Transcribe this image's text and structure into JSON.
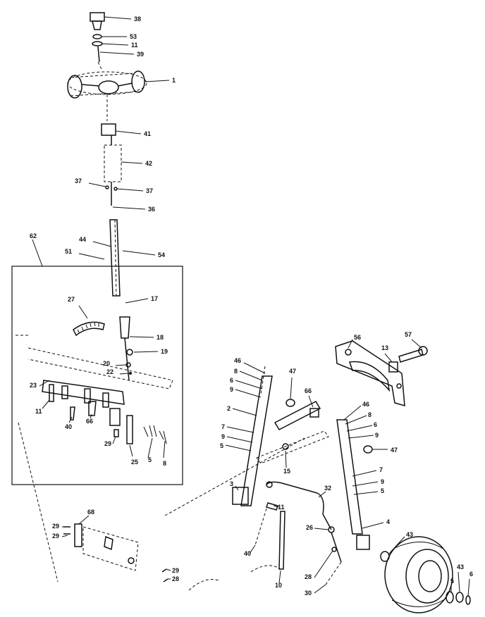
{
  "diagram": {
    "callouts": [
      {
        "id": "c38",
        "text": "38"
      },
      {
        "id": "c53",
        "text": "53"
      },
      {
        "id": "c11a",
        "text": "11"
      },
      {
        "id": "c39",
        "text": "39"
      },
      {
        "id": "c1",
        "text": "1"
      },
      {
        "id": "c41",
        "text": "41"
      },
      {
        "id": "c42",
        "text": "42"
      },
      {
        "id": "c37a",
        "text": "37"
      },
      {
        "id": "c37b",
        "text": "37"
      },
      {
        "id": "c36",
        "text": "36"
      },
      {
        "id": "c62",
        "text": "62"
      },
      {
        "id": "c44",
        "text": "44"
      },
      {
        "id": "c51",
        "text": "51"
      },
      {
        "id": "c54",
        "text": "54"
      },
      {
        "id": "c27",
        "text": "27"
      },
      {
        "id": "c17",
        "text": "17"
      },
      {
        "id": "c18",
        "text": "18"
      },
      {
        "id": "c19",
        "text": "19"
      },
      {
        "id": "c20",
        "text": "20"
      },
      {
        "id": "c22",
        "text": "22"
      },
      {
        "id": "c23",
        "text": "23"
      },
      {
        "id": "c11b",
        "text": "11"
      },
      {
        "id": "c40a",
        "text": "40"
      },
      {
        "id": "c66a",
        "text": "66"
      },
      {
        "id": "c29a",
        "text": "29"
      },
      {
        "id": "c25a",
        "text": "25"
      },
      {
        "id": "c5a",
        "text": "5"
      },
      {
        "id": "c8a",
        "text": "8"
      },
      {
        "id": "c56",
        "text": "56"
      },
      {
        "id": "c57",
        "text": "57"
      },
      {
        "id": "c13",
        "text": "13"
      },
      {
        "id": "c46a",
        "text": "46"
      },
      {
        "id": "c8b",
        "text": "8"
      },
      {
        "id": "c6a",
        "text": "6"
      },
      {
        "id": "c9a",
        "text": "9"
      },
      {
        "id": "c47a",
        "text": "47"
      },
      {
        "id": "c66b",
        "text": "66"
      },
      {
        "id": "c2",
        "text": "2"
      },
      {
        "id": "c7a",
        "text": "7"
      },
      {
        "id": "c9b",
        "text": "9"
      },
      {
        "id": "c5b",
        "text": "5"
      },
      {
        "id": "c46b",
        "text": "46"
      },
      {
        "id": "c8c",
        "text": "8"
      },
      {
        "id": "c6b",
        "text": "6"
      },
      {
        "id": "c9c",
        "text": "9"
      },
      {
        "id": "c47b",
        "text": "47"
      },
      {
        "id": "c15",
        "text": "15"
      },
      {
        "id": "c7b",
        "text": "7"
      },
      {
        "id": "c9d",
        "text": "9"
      },
      {
        "id": "c5c",
        "text": "5"
      },
      {
        "id": "c3",
        "text": "3"
      },
      {
        "id": "c32",
        "text": "32"
      },
      {
        "id": "c11c",
        "text": "11"
      },
      {
        "id": "c26",
        "text": "26"
      },
      {
        "id": "c4",
        "text": "4"
      },
      {
        "id": "c43a",
        "text": "43"
      },
      {
        "id": "c68",
        "text": "68"
      },
      {
        "id": "c29b",
        "text": "29"
      },
      {
        "id": "c29c",
        "text": "29"
      },
      {
        "id": "c40b",
        "text": "40"
      },
      {
        "id": "c10",
        "text": "10"
      },
      {
        "id": "c28a",
        "text": "28"
      },
      {
        "id": "c30",
        "text": "30"
      },
      {
        "id": "c29d",
        "text": "29"
      },
      {
        "id": "c28b",
        "text": "28"
      },
      {
        "id": "c5d",
        "text": "5"
      },
      {
        "id": "c43b",
        "text": "43"
      },
      {
        "id": "c6c",
        "text": "6"
      }
    ]
  }
}
